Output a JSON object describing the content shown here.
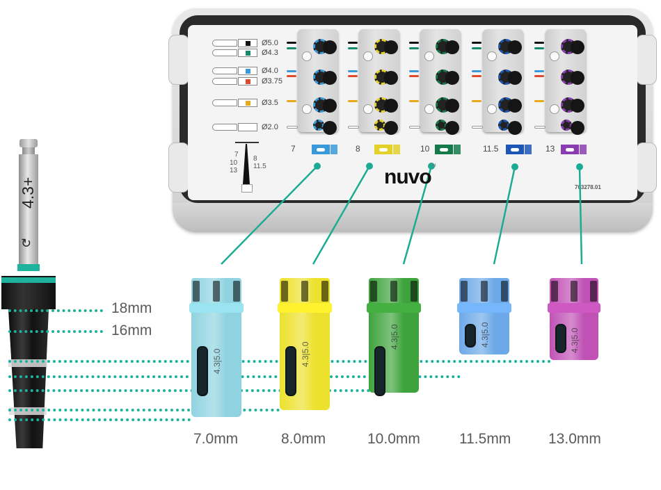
{
  "tray": {
    "logo": "nuvo",
    "trademark": "TM",
    "part_number": "703278.01",
    "drills": [
      {
        "label": "Ø5.0",
        "color": "#111111"
      },
      {
        "label": "Ø4.3",
        "color": "#138a6c"
      },
      {
        "label": "Ø4.0",
        "color": "#3a9ad9"
      },
      {
        "label": "Ø3.75",
        "color": "#e04a2c"
      },
      {
        "label": "Ø3.5",
        "color": "#e8a81a"
      },
      {
        "label": "Ø2.0",
        "color": "#ffffff"
      }
    ],
    "depth_gauge": {
      "left_marks": [
        "7",
        "10",
        "13"
      ],
      "right_marks": [
        "8",
        "11.5"
      ]
    },
    "stops": [
      {
        "label": "7",
        "color": "#3a9ad9"
      },
      {
        "label": "8",
        "color": "#e3d12a"
      },
      {
        "label": "10",
        "color": "#157a4a"
      },
      {
        "label": "11.5",
        "color": "#1c56b6"
      },
      {
        "label": "13",
        "color": "#8a3db0"
      }
    ]
  },
  "drill": {
    "label": "4.3+",
    "accent_color": "#1db39c",
    "depth_labels": [
      "18mm",
      "16mm"
    ]
  },
  "sleeves": [
    {
      "label": "7.0mm",
      "engraving": "4.3|5.0",
      "color": "#8fd3e0"
    },
    {
      "label": "8.0mm",
      "engraving": "4.3|5.0",
      "color": "#ece12c"
    },
    {
      "label": "10.0mm",
      "engraving": "4.3|5.0",
      "color": "#3ea33c"
    },
    {
      "label": "11.5mm",
      "engraving": "4.3|5.0",
      "color": "#6da9e8"
    },
    {
      "label": "13.0mm",
      "engraving": "4.3|5.0",
      "color": "#c052b5"
    }
  ],
  "leader_color": "#1bab94"
}
